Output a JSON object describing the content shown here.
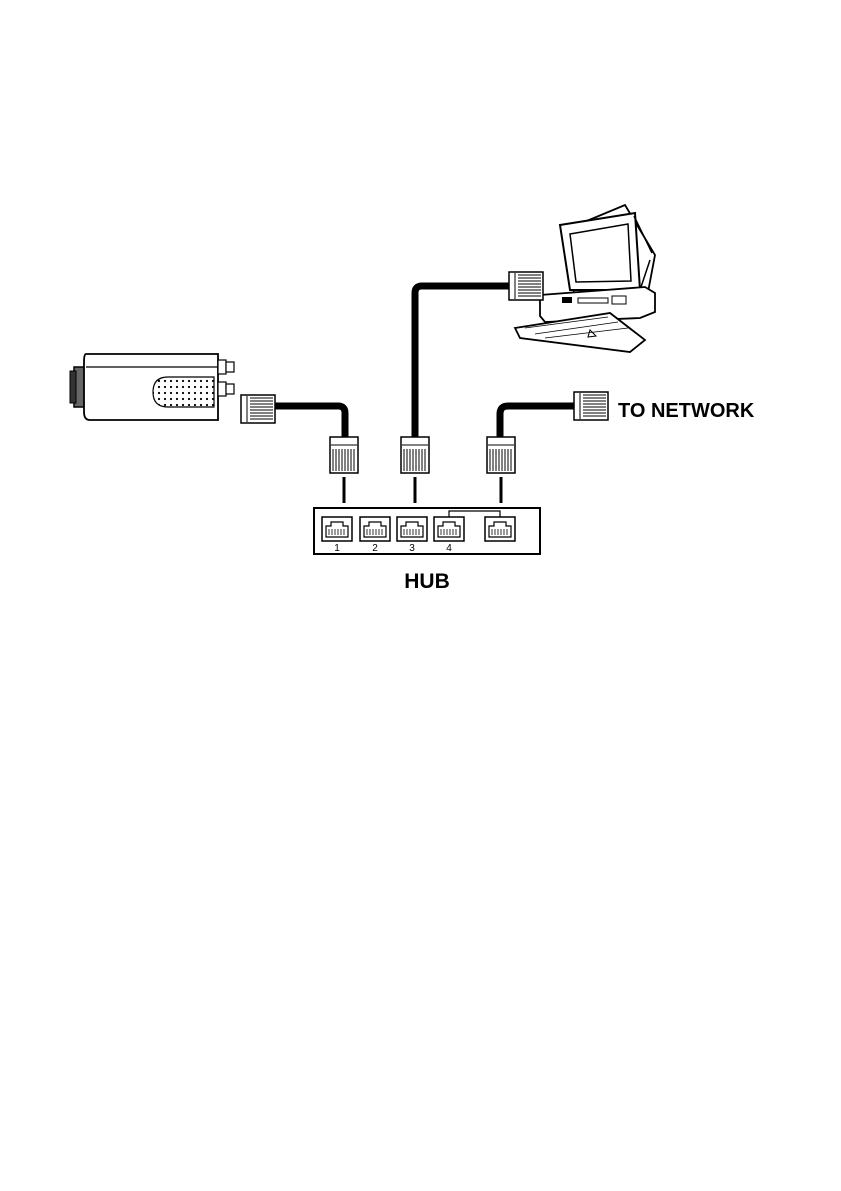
{
  "labels": {
    "to_network": "TO NETWORK",
    "hub": "HUB"
  },
  "hub_ports": [
    "1",
    "2",
    "3",
    "4"
  ],
  "colors": {
    "line": "#000000",
    "background": "#ffffff"
  }
}
